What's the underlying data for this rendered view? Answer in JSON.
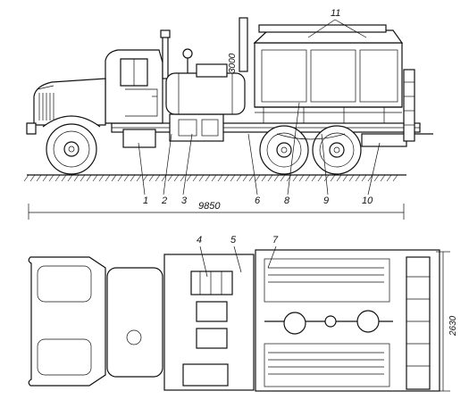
{
  "side_view": {
    "callouts": [
      "1",
      "2",
      "3",
      "6",
      "8",
      "9",
      "10",
      "11"
    ],
    "dim_length": "9850",
    "dim_height": "3000"
  },
  "top_view": {
    "callouts": [
      "4",
      "5",
      "7"
    ],
    "dim_width": "2630"
  }
}
